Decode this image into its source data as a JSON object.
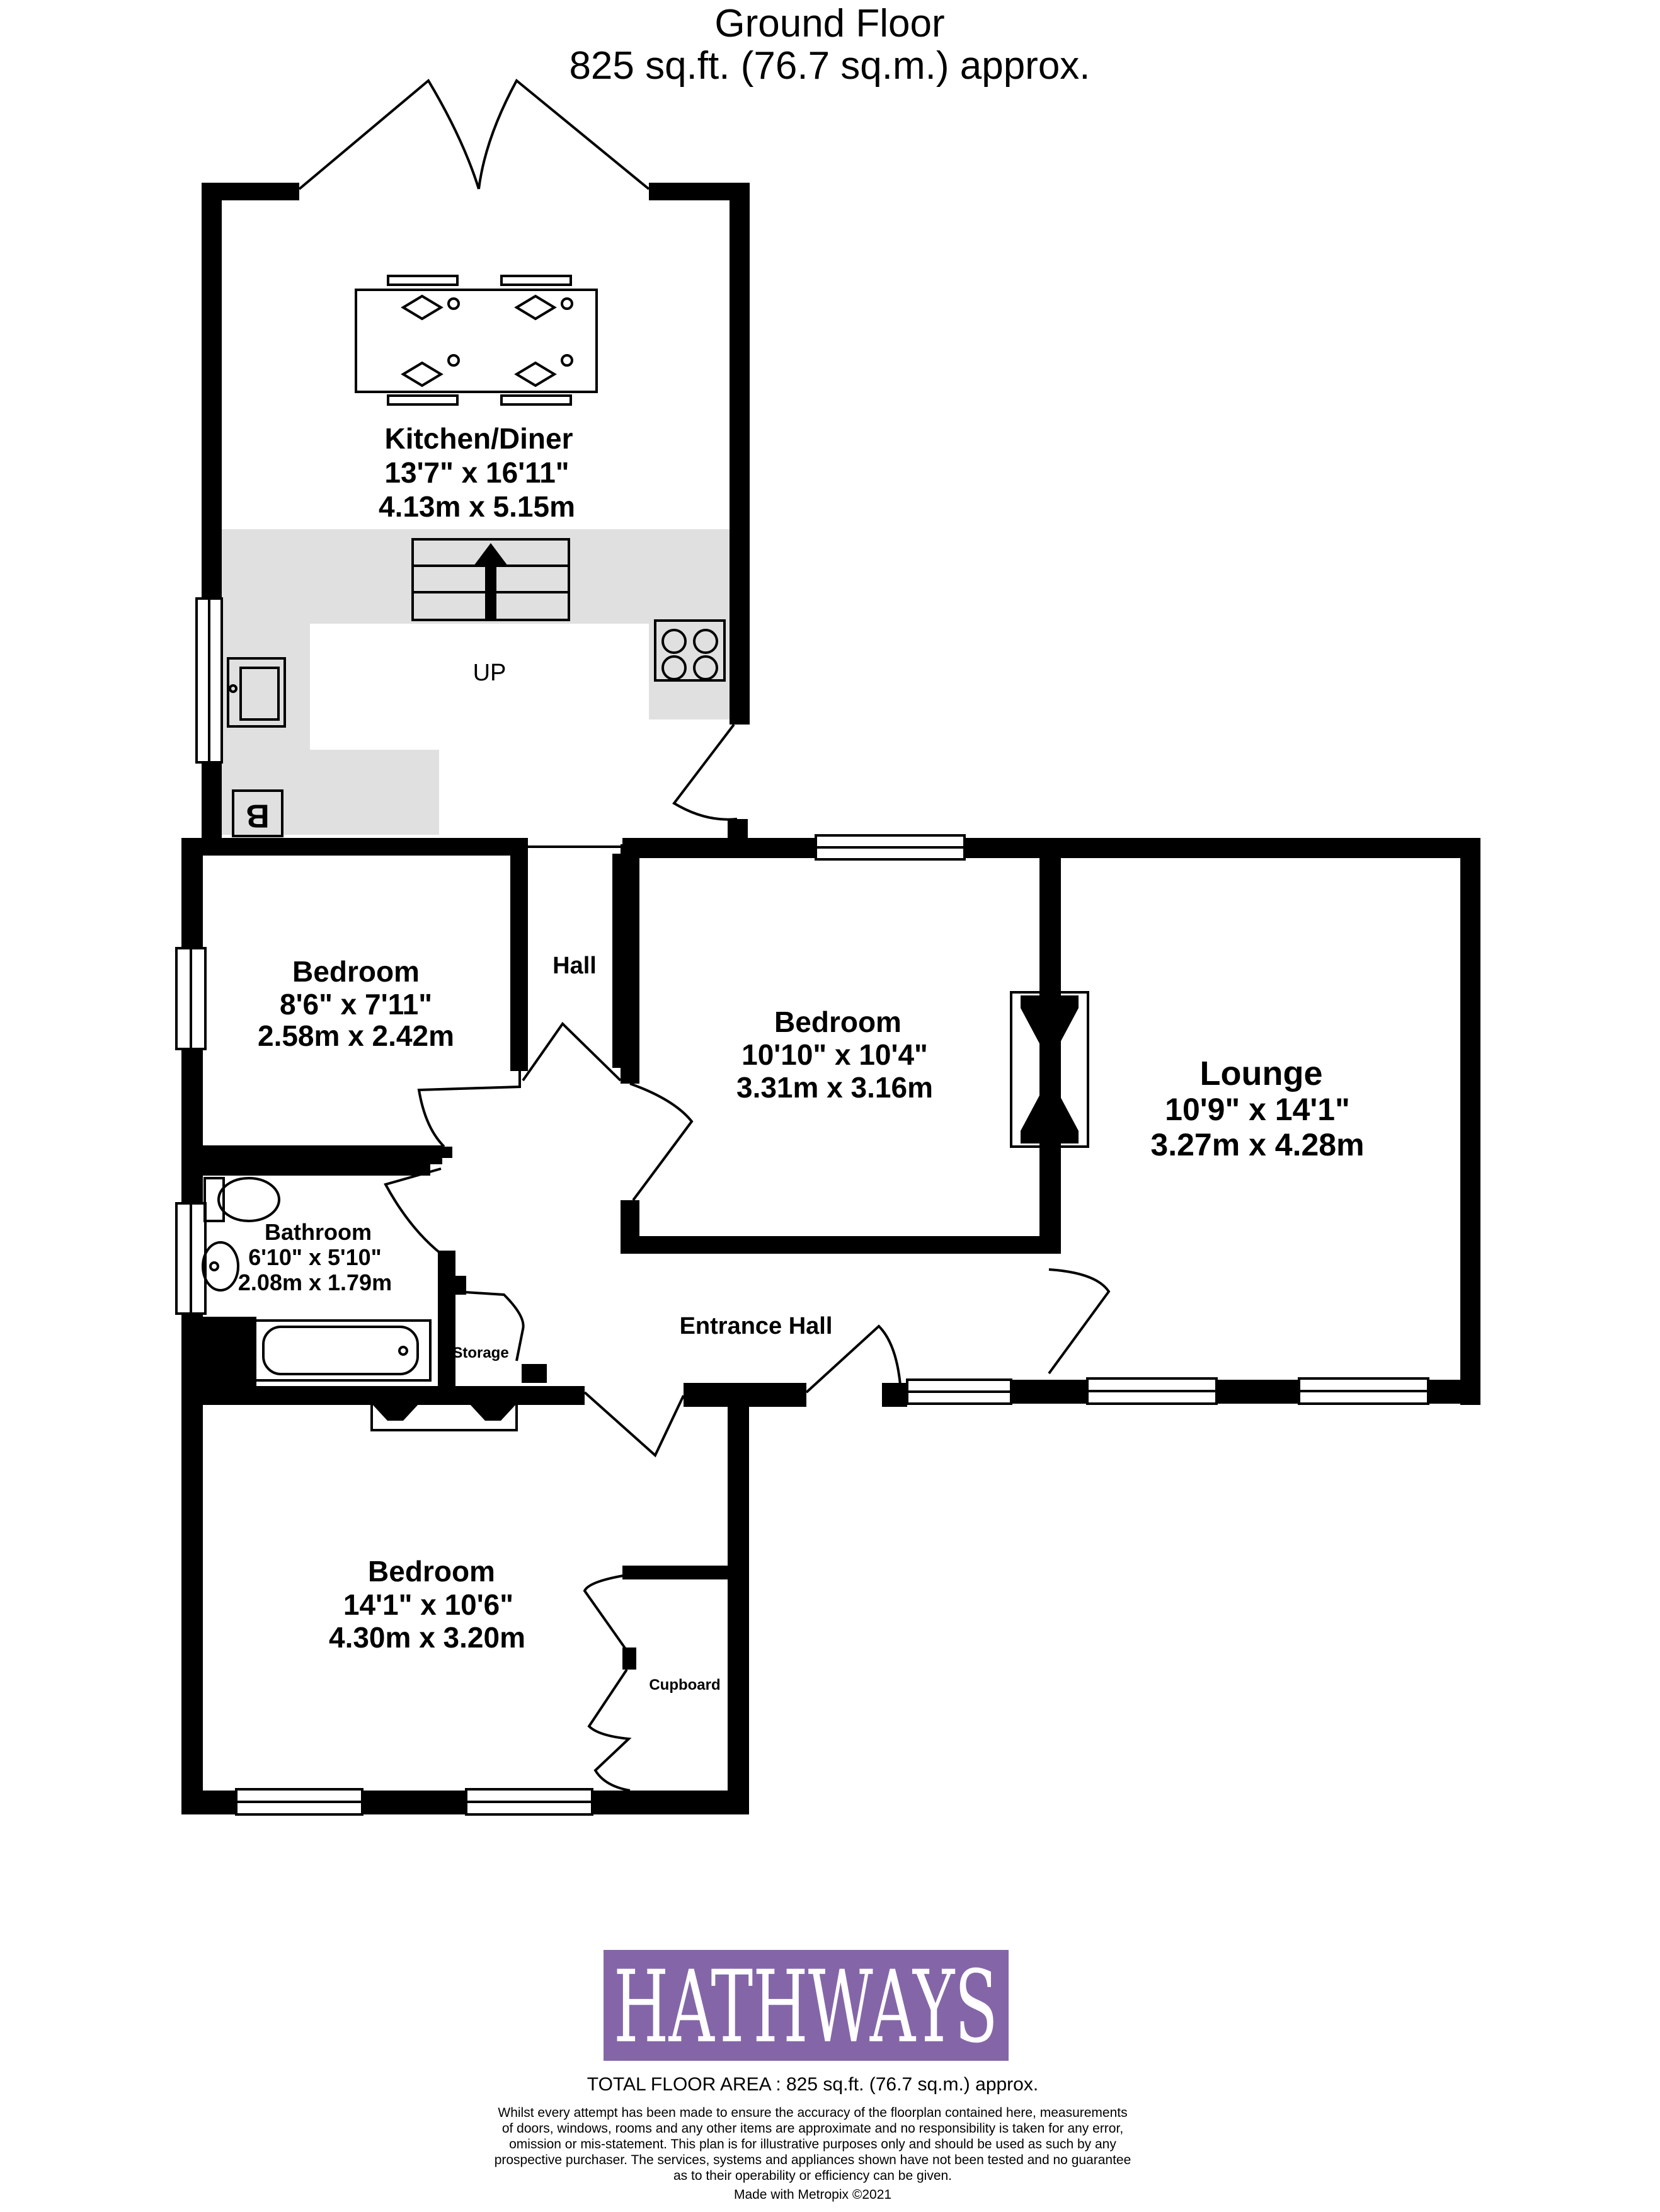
{
  "header": {
    "floor_name": "Ground Floor",
    "area": "825 sq.ft. (76.7 sq.m.) approx."
  },
  "rooms": {
    "kitchen": {
      "name": "Kitchen/Diner",
      "imperial": "13'7\"  x 16'11\"",
      "metric": "4.13m  x 5.15m"
    },
    "bedroom_small": {
      "name": "Bedroom",
      "imperial": "8'6\"  x 7'11\"",
      "metric": "2.58m  x 2.42m"
    },
    "bedroom_middle": {
      "name": "Bedroom",
      "imperial": "10'10\"  x 10'4\"",
      "metric": "3.31m  x 3.16m"
    },
    "lounge": {
      "name": "Lounge",
      "imperial": "10'9\"  x 14'1\"",
      "metric": "3.27m  x 4.28m"
    },
    "bathroom": {
      "name": "Bathroom",
      "imperial": "6'10\"  x 5'10\"",
      "metric": "2.08m  x 1.79m"
    },
    "bedroom_large": {
      "name": "Bedroom",
      "imperial": "14'1\"  x 10'6\"",
      "metric": "4.30m  x 3.20m"
    }
  },
  "labels": {
    "hall": "Hall",
    "entrance_hall": "Entrance Hall",
    "storage": "Storage",
    "cupboard": "Cupboard",
    "stairs_up": "UP",
    "boiler": "B"
  },
  "brand": {
    "name": "HATHWAYS",
    "color": "#8466a8"
  },
  "footer": {
    "total_area": "TOTAL FLOOR AREA : 825 sq.ft. (76.7 sq.m.) approx.",
    "disclaimer_lines": [
      "Whilst every attempt has been made to ensure the accuracy of the floorplan contained here, measurements",
      "of doors, windows, rooms and any other items are approximate and no responsibility is taken for any error,",
      "omission or mis-statement. This plan is for illustrative purposes only and should be used as such by any",
      "prospective purchaser. The services, systems and appliances shown have not been tested and no guarantee",
      "as to their operability or efficiency can be given."
    ],
    "credit": "Made with Metropix ©2021"
  }
}
